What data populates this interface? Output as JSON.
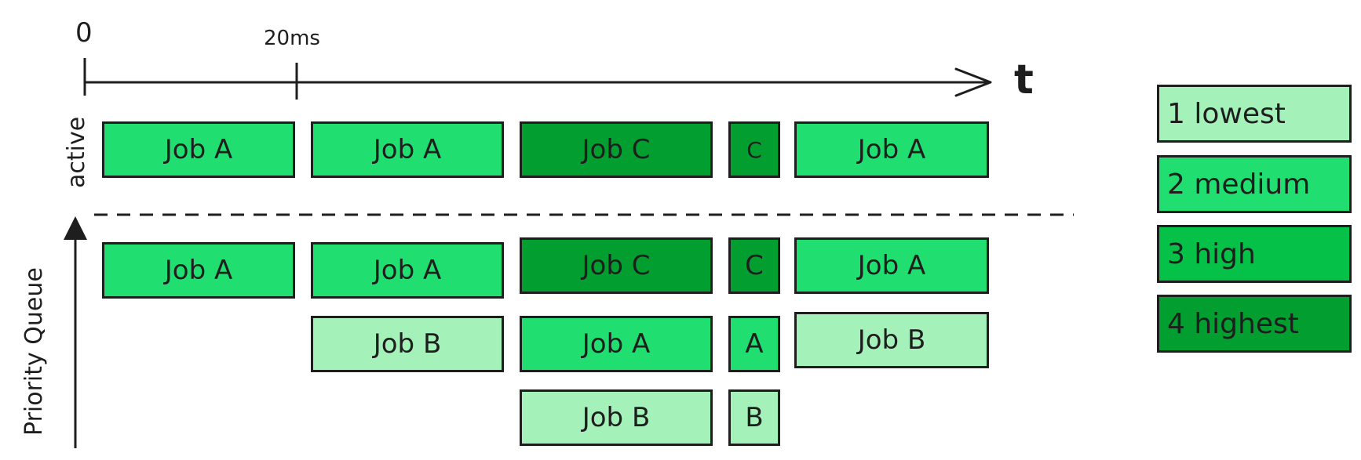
{
  "timeline": {
    "tick_start": "0",
    "tick_20ms": "20ms",
    "axis_label": "t"
  },
  "rows": {
    "active_label": "active",
    "queue_label": "Priority Queue"
  },
  "legend": [
    {
      "label": "1 lowest",
      "color": "#a4f2b9"
    },
    {
      "label": "2 medium",
      "color": "#20de70"
    },
    {
      "label": "3 high",
      "color": "#05c148"
    },
    {
      "label": "4 highest",
      "color": "#039e30"
    }
  ],
  "active": [
    "Job A",
    "Job A",
    "Job C",
    "C",
    "Job A"
  ],
  "active_priority": [
    2,
    2,
    4,
    4,
    2
  ],
  "queue": {
    "row1": [
      "Job A",
      "Job A",
      "Job C",
      "C",
      "Job A"
    ],
    "row1_priority": [
      2,
      2,
      4,
      4,
      2
    ],
    "row2": [
      "Job B",
      "Job A",
      "A",
      "Job B"
    ],
    "row2_priority": [
      1,
      2,
      2,
      1
    ],
    "row3": [
      "Job B",
      "B"
    ],
    "row3_priority": [
      1,
      1
    ]
  }
}
